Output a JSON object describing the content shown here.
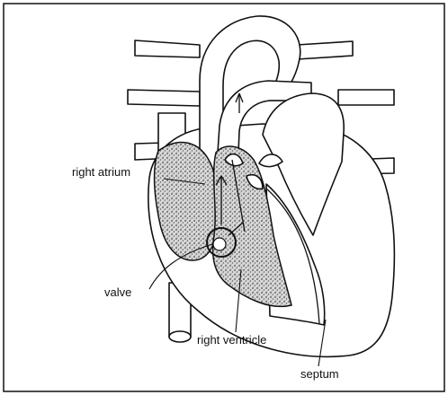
{
  "diagram": {
    "labels": {
      "right_atrium": "right atrium",
      "valve": "valve",
      "right_ventricle": "right ventricle",
      "septum": "septum"
    }
  }
}
